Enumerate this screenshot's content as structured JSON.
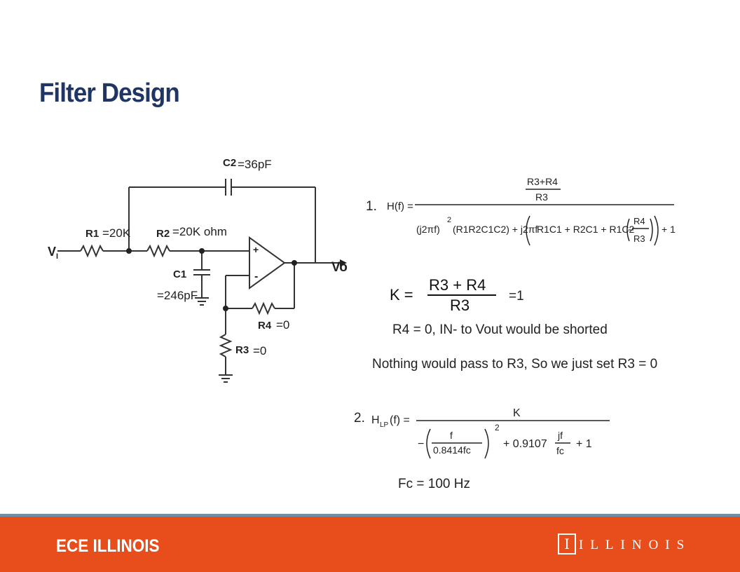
{
  "slide": {
    "title": "Filter Design"
  },
  "circuit": {
    "c2_label": "C2",
    "c2_value": "=36pF",
    "r1_label": "R1",
    "r1_value": "=20K",
    "r2_label": "R2",
    "r2_value": "=20K ohm",
    "c1_label": "C1",
    "c1_value": "=246pF",
    "r4_label": "R4",
    "r4_value": "=0",
    "r3_label": "R3",
    "r3_value": "=0",
    "vi_label": "V",
    "vi_sub": "I",
    "vo_label": "Vo",
    "op_plus": "+",
    "op_minus": "-"
  },
  "equations": {
    "eq1_number": "1.",
    "h_lhs": "H(f) =",
    "h_num": "R3+R4",
    "h_den_r3": "R3",
    "h_den_a": "(j2πf)",
    "h_den_sq": "2",
    "h_den_b": "(R1R2C1C2) + j2πf",
    "h_den_c": "R1C1 + R2C1 + R1C2",
    "h_den_minus": "−",
    "h_den_r4": "R4",
    "h_den_r3b": "R3",
    "h_den_d": "+ 1",
    "k_lhs": "K =",
    "k_num": "R3 + R4",
    "k_den": "R3",
    "k_result": "=1",
    "r4_note": "R4 = 0, IN- to Vout would be shorted",
    "r3_note": "Nothing would pass to R3, So we just set R3 = 0",
    "eq2_number": "2.",
    "hlp_h": "H",
    "hlp_sub": "LP",
    "hlp_f": "(f) =",
    "hlp_num": "K",
    "hlp_minus": "−",
    "hlp_f_num": "f",
    "hlp_f_den": "0.8414fc",
    "hlp_sq": "2",
    "hlp_mid": "+ 0.9107",
    "hlp_jf": "jf",
    "hlp_fc": "fc",
    "hlp_end": "+ 1",
    "fc_note": "Fc = 100 Hz"
  },
  "footer": {
    "brand": "ECE ILLINOIS",
    "mark": "I",
    "word": "ILLINOIS"
  },
  "colors": {
    "title": "#1f3564",
    "footer": "#e84e1b",
    "footer_line": "#6b8fae"
  }
}
